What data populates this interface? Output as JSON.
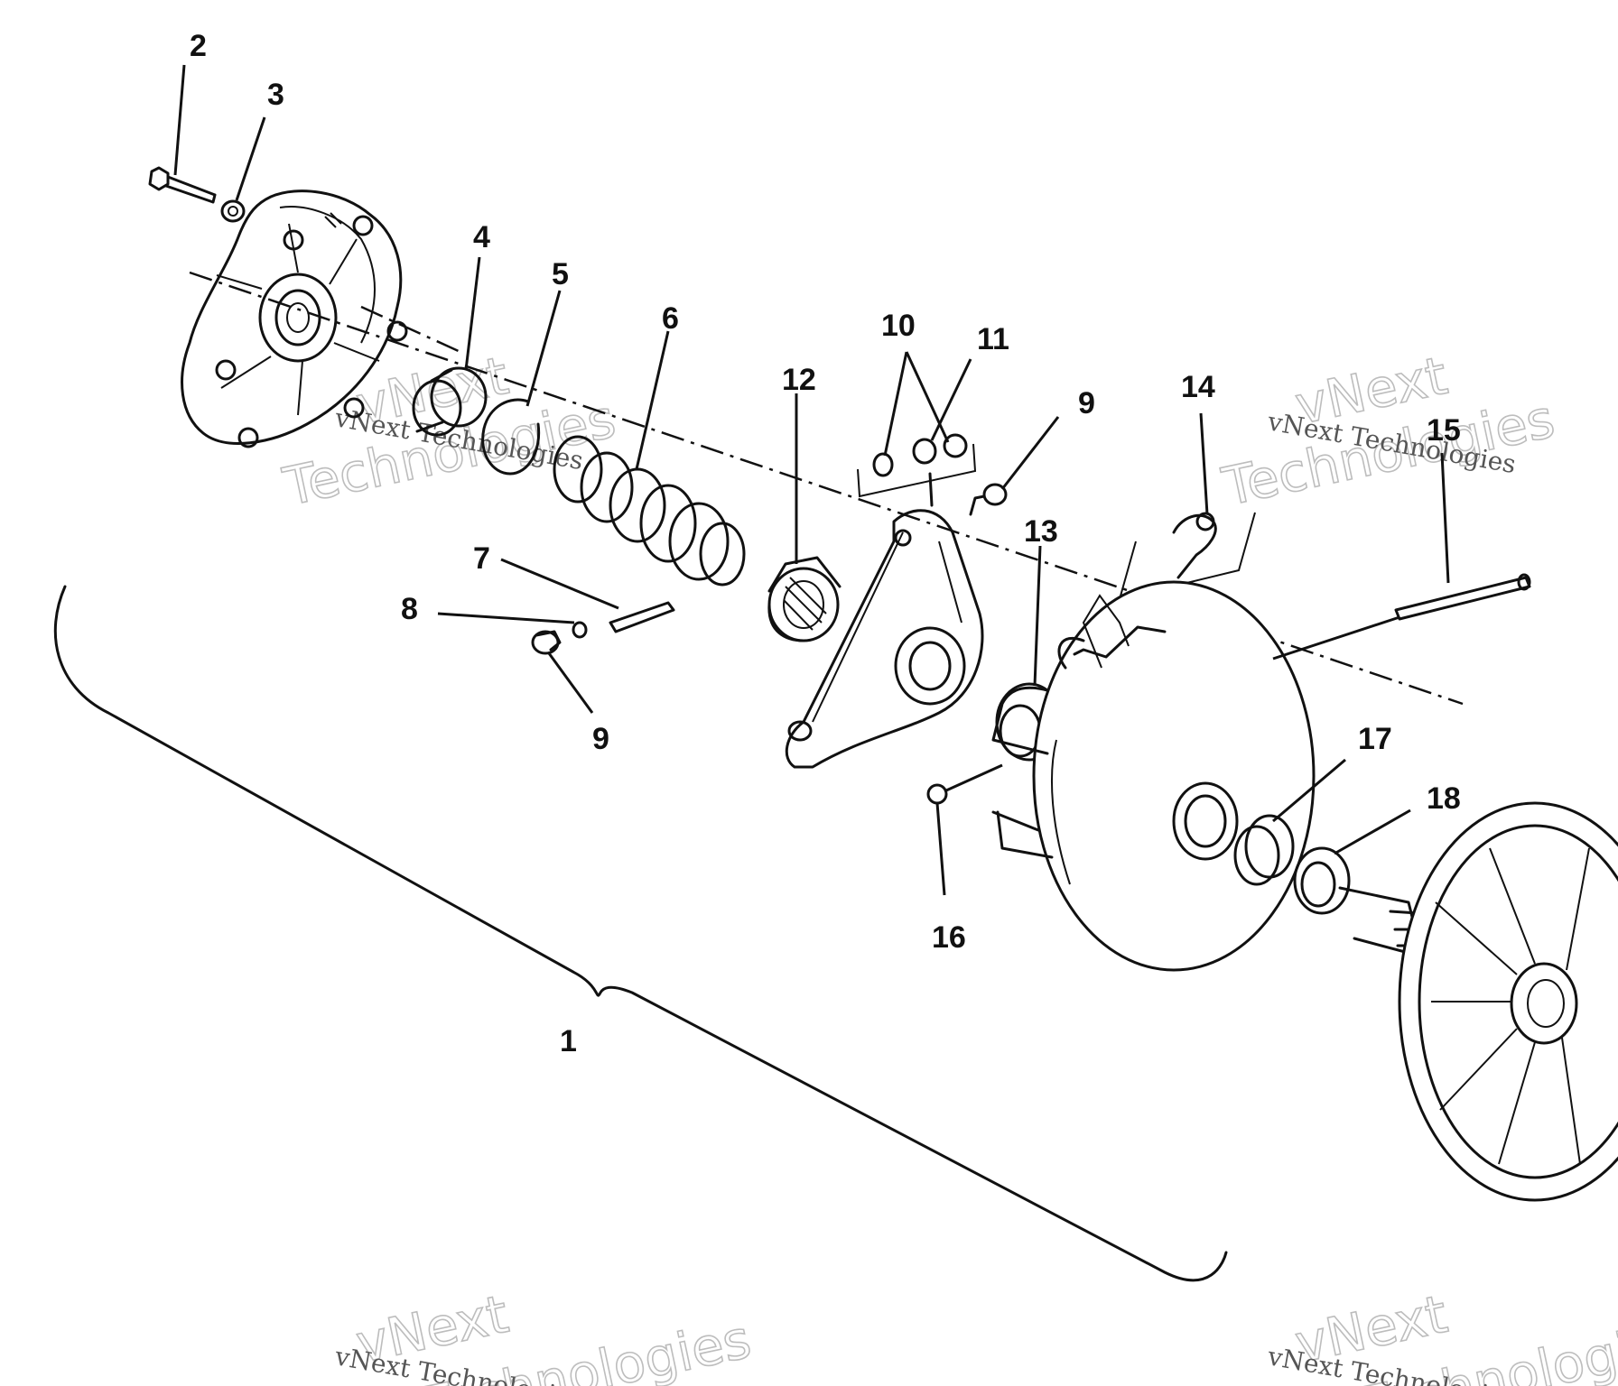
{
  "diagram": {
    "part_labels": {
      "p1": "1",
      "p2": "2",
      "p3": "3",
      "p4": "4",
      "p5": "5",
      "p6": "6",
      "p7": "7",
      "p8": "8",
      "p9a": "9",
      "p9b": "9",
      "p10": "10",
      "p11": "11",
      "p12": "12",
      "p13": "13",
      "p14": "14",
      "p15": "15",
      "p16": "16",
      "p17": "17",
      "p18": "18"
    },
    "watermarks": {
      "big1": "vNext",
      "big2": "Technologies",
      "big3": "vNext",
      "big4": "Technologies",
      "big5": "vNext",
      "big6": "Technologies",
      "big7": "vNext",
      "big8": "Technologies",
      "small1": "vNext Technologies",
      "small2": "vNext Technologies",
      "small3": "vNext Technologies",
      "small4": "vNext Technologies"
    }
  }
}
